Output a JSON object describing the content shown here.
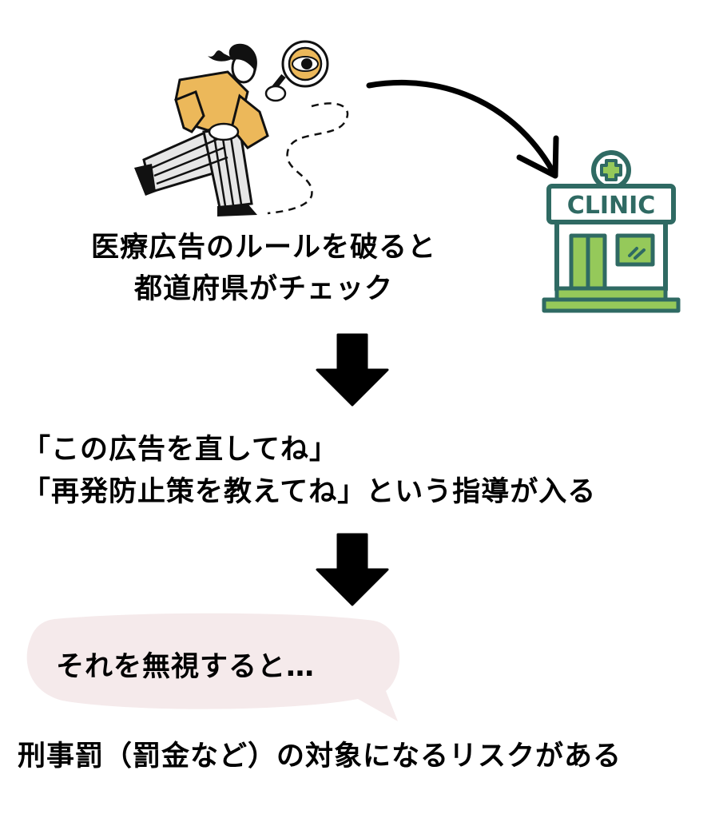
{
  "colors": {
    "clinic_outline": "#2f6a63",
    "clinic_fill": "#95c95a",
    "figure_yellow": "#ecb85a",
    "bubble_fill": "#f5eaeb",
    "text": "#000000"
  },
  "illustration": {
    "detective_icon": "detective-woman-with-magnifier",
    "clinic_sign": "CLINIC"
  },
  "steps": {
    "step1_line1": "医療広告のルールを破ると",
    "step1_line2": "都道府県がチェック",
    "step2_line1": "「この広告を直してね」",
    "step2_line2": "「再発防止策を教えてね」という指導が入る",
    "bubble_text": "それを無視すると…",
    "step3": "刑事罰（罰金など）の対象になるリスクがある"
  }
}
